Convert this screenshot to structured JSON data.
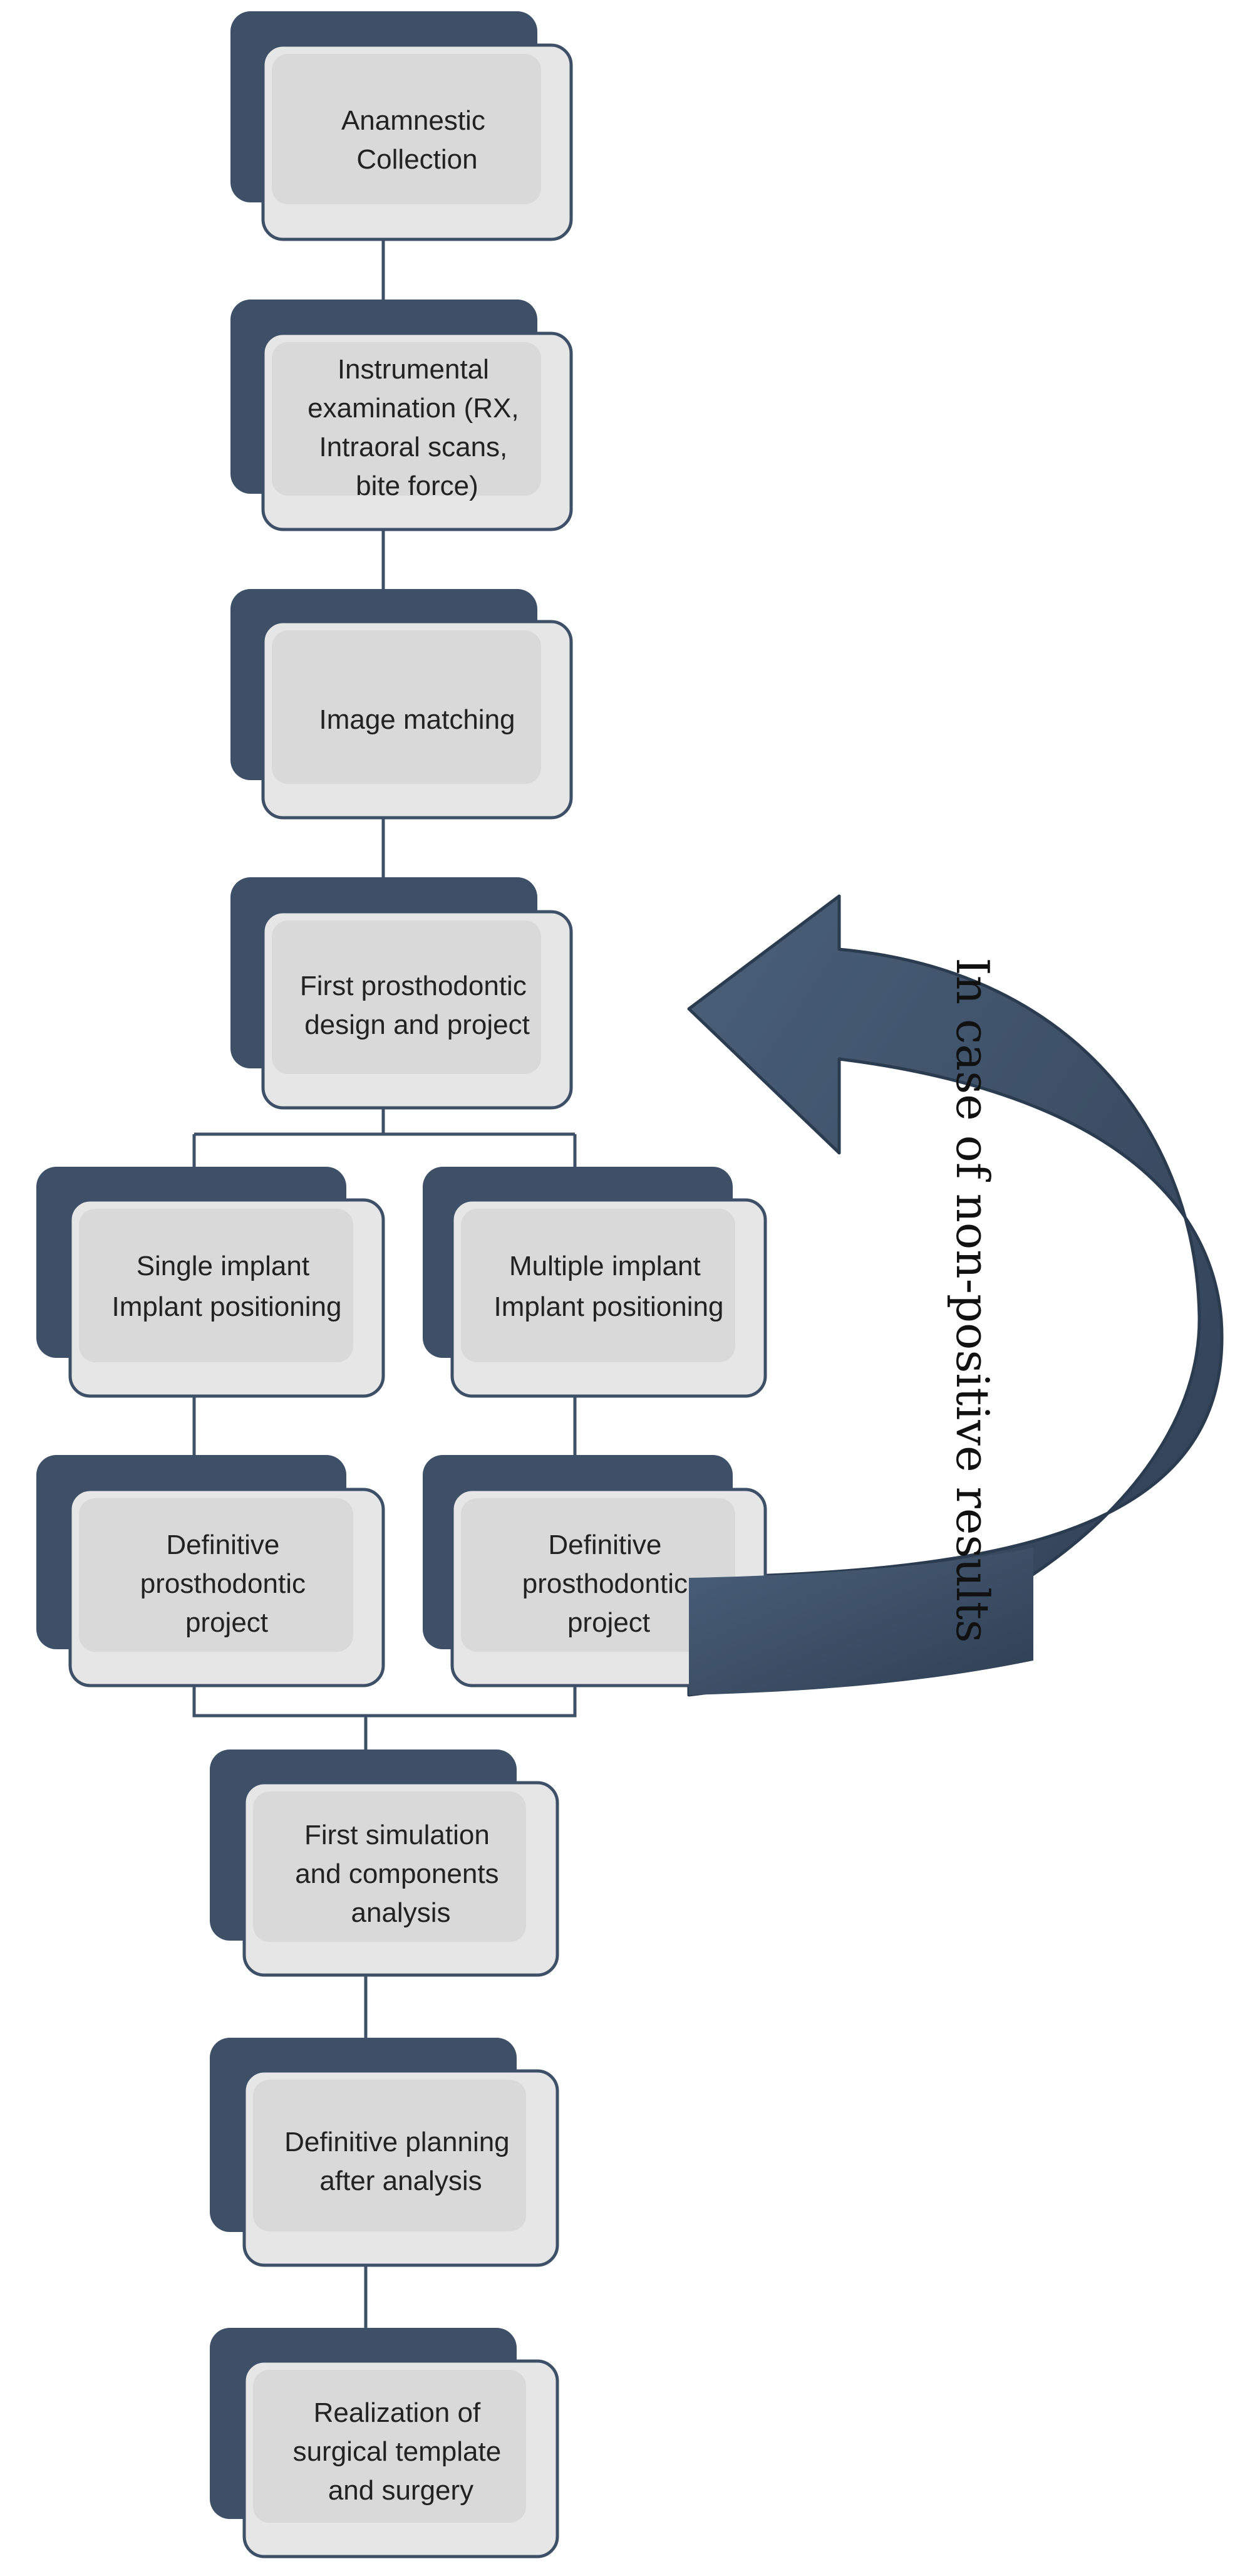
{
  "nodes": [
    {
      "id": "anamnestic-collection",
      "lines": [
        "Anamnestic",
        "Collection"
      ]
    },
    {
      "id": "instrumental-examination",
      "lines": [
        "Instrumental",
        "examination (RX,",
        "Intraoral scans,",
        "bite force)"
      ]
    },
    {
      "id": "image-matching",
      "lines": [
        "Image matching"
      ]
    },
    {
      "id": "first-prosthodontic-design",
      "lines": [
        "First prosthodontic",
        "design and project"
      ]
    },
    {
      "id": "single-implant-positioning",
      "lines": [
        "Single implant",
        "Implant positioning"
      ]
    },
    {
      "id": "multiple-implant-positioning",
      "lines": [
        "Multiple implant",
        "Implant positioning"
      ]
    },
    {
      "id": "definitive-project-single",
      "lines": [
        "Definitive",
        "prosthodontic",
        "project"
      ]
    },
    {
      "id": "definitive-project-multiple",
      "lines": [
        "Definitive",
        "prosthodontic",
        "project"
      ]
    },
    {
      "id": "first-simulation",
      "lines": [
        "First simulation",
        "and components",
        "analysis"
      ]
    },
    {
      "id": "definitive-planning",
      "lines": [
        "Definitive planning",
        "after analysis"
      ]
    },
    {
      "id": "surgical-template",
      "lines": [
        "Realization of",
        "surgical template",
        "and surgery"
      ]
    }
  ],
  "feedback_arrow": {
    "label": "In case of non-positive results"
  },
  "colors": {
    "shadow": "#3d5068",
    "card_fill": "#e6e6e6",
    "card_inner": "#d9d9d9",
    "card_stroke": "#3d5068",
    "connector": "#3d5068",
    "arrow_fill": "#3a4e66",
    "arrow_stroke": "#2c3c50"
  }
}
